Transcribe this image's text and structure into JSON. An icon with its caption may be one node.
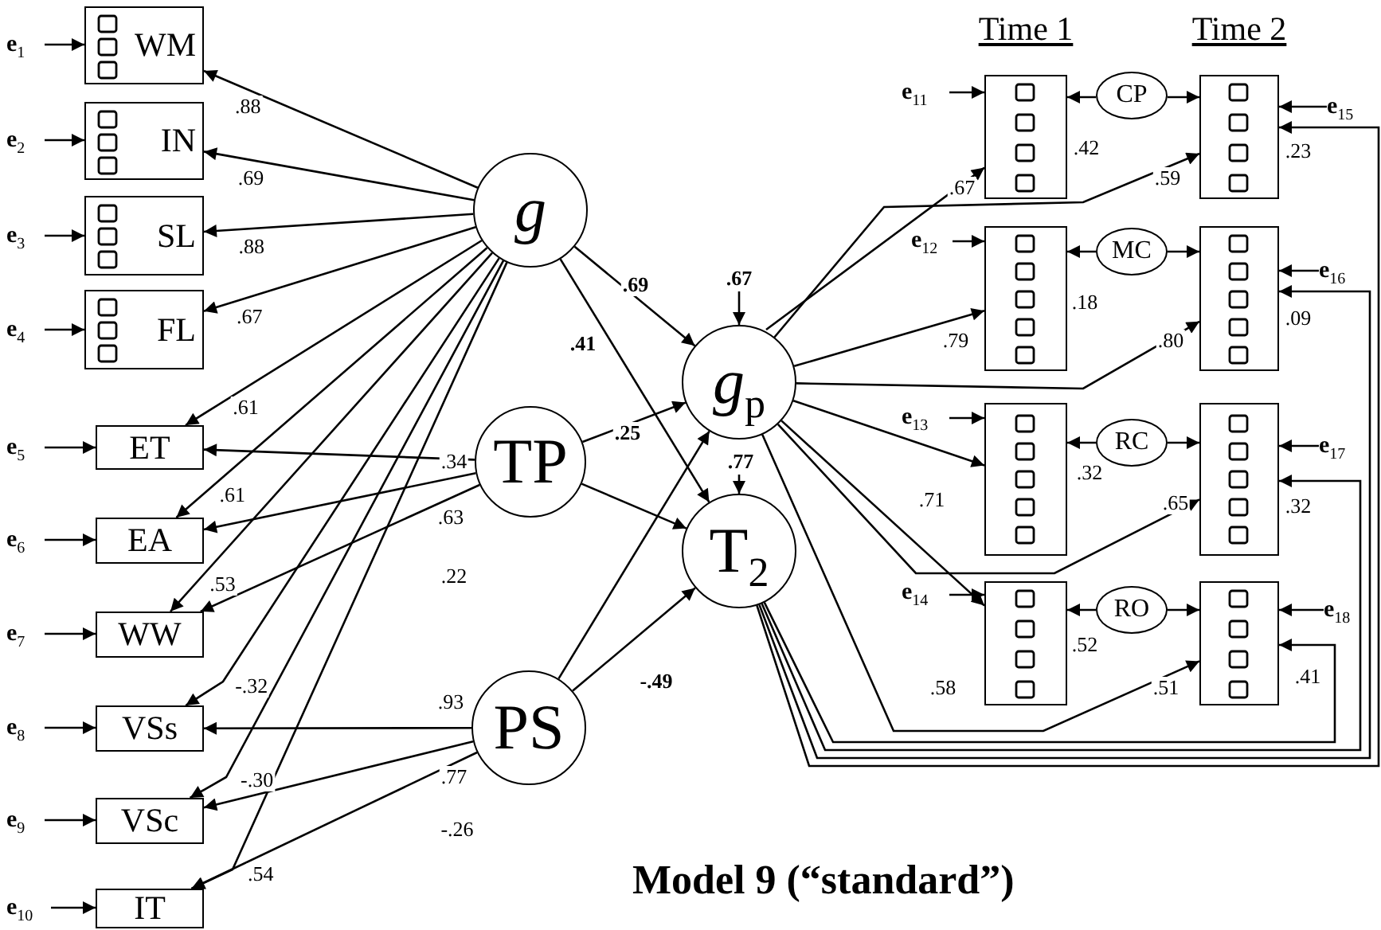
{
  "diagram": {
    "title": "Model 9 (“standard”)",
    "nodes": [
      {
        "text": [
          "WM"
        ]
      },
      {
        "text": [
          "IN"
        ]
      },
      {
        "text": [
          "SL"
        ]
      },
      {
        "text": [
          "FL"
        ]
      },
      {
        "text": [
          "ET"
        ]
      },
      {
        "text": [
          "EA"
        ]
      },
      {
        "text": [
          "WW"
        ]
      },
      {
        "text": [
          "VSs"
        ]
      },
      {
        "text": [
          "VSc"
        ]
      },
      {
        "text": [
          "IT"
        ]
      },
      {
        "text": [
          "e$_{1}$"
        ]
      },
      {
        "text": [
          "e$_{2}$"
        ]
      },
      {
        "text": [
          "e$_{3}$"
        ]
      },
      {
        "text": [
          "e$_{4}$"
        ]
      },
      {
        "text": [
          "e$_{5}$"
        ]
      },
      {
        "text": [
          "e$_{6}$"
        ]
      },
      {
        "text": [
          "e$_{7}$"
        ]
      },
      {
        "text": [
          "e$_{8}$"
        ]
      },
      {
        "text": [
          "e$_{9}$"
        ]
      },
      {
        "text": [
          "e$_{10}$"
        ]
      },
      {
        "text": [
          "g"
        ]
      },
      {
        "text": [
          "TP"
        ]
      },
      {
        "text": [
          "PS"
        ]
      },
      {
        "text": [
          "*g*$_{p}$"
        ]
      },
      {
        "text": [
          "T$_{2}$"
        ]
      },
      {
        "text": [],
        "shape": "box"
      },
      {
        "text": [],
        "shape": "box"
      },
      {
        "text": [],
        "shape": "box"
      },
      {
        "text": [],
        "shape": "box"
      },
      {
        "text": [],
        "shape": "box"
      },
      {
        "text": [],
        "shape": "box"
      },
      {
        "text": [],
        "shape": "box"
      },
      {
        "text": [],
        "shape": "box"
      },
      {
        "text": [
          "CP"
        ]
      },
      {
        "text": [
          "MC"
        ]
      },
      {
        "text": [
          "RC"
        ]
      },
      {
        "text": [
          "RO"
        ]
      },
      {
        "text": [
          "e$_{11}$"
        ]
      },
      {
        "text": [
          "e$_{12}$"
        ]
      },
      {
        "text": [
          "e$_{13}$"
        ]
      },
      {
        "text": [
          "e$_{14}$"
        ]
      },
      {
        "text": [
          "e$_{15}$"
        ]
      },
      {
        "text": [
          "e$_{16}$"
        ]
      },
      {
        "text": [
          "e$_{17}$"
        ]
      },
      {
        "text": [
          "e$_{18}$"
        ]
      }
    ],
    "edges": [
      {
        "from": 20,
        "to": 0,
        "arrow": "to",
        "label": ".88"
      },
      {
        "from": 20,
        "to": 1,
        "arrow": "to",
        "label": ".69"
      },
      {
        "from": 20,
        "to": 2,
        "arrow": "to",
        "label": ".88"
      },
      {
        "from": 20,
        "to": 3,
        "arrow": "to",
        "label": ".67"
      },
      {
        "from": 20,
        "to": 4,
        "arrow": "to",
        "label": ".61"
      },
      {
        "from": 20,
        "to": 5,
        "arrow": "to",
        "label": ".61"
      },
      {
        "from": 20,
        "to": 6,
        "arrow": "to",
        "label": ".53"
      },
      {
        "from": 20,
        "to": 7,
        "arrow": "to",
        "label": "-.32"
      },
      {
        "from": 20,
        "to": 8,
        "arrow": "to",
        "label": "-.30"
      },
      {
        "from": 20,
        "to": 9,
        "arrow": "to",
        "label": ".54"
      },
      {
        "from": 21,
        "to": 4,
        "arrow": "to",
        "label": ".34"
      },
      {
        "from": 21,
        "to": 5,
        "arrow": "to",
        "label": ".63"
      },
      {
        "from": 21,
        "to": 6,
        "arrow": "to",
        "label": ".22"
      },
      {
        "from": 22,
        "to": 7,
        "arrow": "to",
        "label": ".93"
      },
      {
        "from": 22,
        "to": 8,
        "arrow": "to",
        "label": ".77"
      },
      {
        "from": 22,
        "to": 9,
        "arrow": "to",
        "label": "-.26"
      },
      {
        "from": 20,
        "to": 23,
        "arrow": "to",
        "label": ".69"
      },
      {
        "from": 20,
        "to": 24,
        "arrow": "to",
        "label": ".41"
      },
      {
        "from": 21,
        "to": 23,
        "arrow": "to",
        "label": ".25"
      },
      {
        "from": 21,
        "to": 24,
        "arrow": "to"
      },
      {
        "from": 22,
        "to": 23,
        "arrow": "to"
      },
      {
        "from": 22,
        "to": 24,
        "arrow": "to",
        "label": "-.49"
      },
      {
        "from": null,
        "to": 23,
        "arrow": "to",
        "label": ".67"
      },
      {
        "from": null,
        "to": 24,
        "arrow": "to",
        "label": ".77"
      },
      {
        "from": 10,
        "to": 0,
        "arrow": "to"
      },
      {
        "from": 11,
        "to": 1,
        "arrow": "to"
      },
      {
        "from": 12,
        "to": 2,
        "arrow": "to"
      },
      {
        "from": 13,
        "to": 3,
        "arrow": "to"
      },
      {
        "from": 14,
        "to": 4,
        "arrow": "to"
      },
      {
        "from": 15,
        "to": 5,
        "arrow": "to"
      },
      {
        "from": 16,
        "to": 6,
        "arrow": "to"
      },
      {
        "from": 17,
        "to": 7,
        "arrow": "to"
      },
      {
        "from": 18,
        "to": 8,
        "arrow": "to"
      },
      {
        "from": 19,
        "to": 9,
        "arrow": "to"
      },
      {
        "from": 23,
        "to": 25,
        "arrow": "to",
        "label": ".67"
      },
      {
        "from": 23,
        "to": 26,
        "arrow": "to",
        "label": ".79"
      },
      {
        "from": 23,
        "to": 27,
        "arrow": "to",
        "label": ".71"
      },
      {
        "from": 23,
        "to": 28,
        "arrow": "to",
        "label": ".58"
      },
      {
        "from": 23,
        "to": 29,
        "arrow": "to",
        "label": ".59"
      },
      {
        "from": 23,
        "to": 30,
        "arrow": "to",
        "label": ".80"
      },
      {
        "from": 23,
        "to": 31,
        "arrow": "to",
        "label": ".65"
      },
      {
        "from": 23,
        "to": 32,
        "arrow": "to",
        "label": ".51"
      },
      {
        "from": 24,
        "to": 29,
        "arrow": "to",
        "label": ".23"
      },
      {
        "from": 24,
        "to": 30,
        "arrow": "to",
        "label": ".09"
      },
      {
        "from": 24,
        "to": 31,
        "arrow": "to",
        "label": ".32"
      },
      {
        "from": 24,
        "to": 32,
        "arrow": "to",
        "label": ".41"
      },
      {
        "from": 33,
        "to": 25,
        "arrow": "to",
        "label": ".42"
      },
      {
        "from": 33,
        "to": 29,
        "arrow": "to"
      },
      {
        "from": 34,
        "to": 26,
        "arrow": "to",
        "label": ".18"
      },
      {
        "from": 34,
        "to": 30,
        "arrow": "to"
      },
      {
        "from": 35,
        "to": 27,
        "arrow": "to",
        "label": ".32"
      },
      {
        "from": 35,
        "to": 31,
        "arrow": "to"
      },
      {
        "from": 36,
        "to": 28,
        "arrow": "to",
        "label": ".52"
      },
      {
        "from": 36,
        "to": 32,
        "arrow": "to"
      },
      {
        "from": 37,
        "to": 25,
        "arrow": "to"
      },
      {
        "from": 38,
        "to": 26,
        "arrow": "to"
      },
      {
        "from": 39,
        "to": 27,
        "arrow": "to"
      },
      {
        "from": 40,
        "to": 28,
        "arrow": "to"
      },
      {
        "from": 41,
        "to": 29,
        "arrow": "to"
      },
      {
        "from": 42,
        "to": 30,
        "arrow": "to"
      },
      {
        "from": 43,
        "to": 31,
        "arrow": "to"
      },
      {
        "from": 44,
        "to": 32,
        "arrow": "to"
      }
    ],
    "labels": [
      "Time 1",
      "Time 2"
    ]
  }
}
